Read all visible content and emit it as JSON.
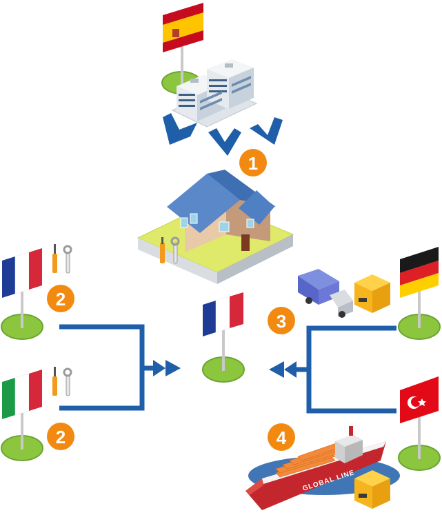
{
  "colors": {
    "arrow_blue": "#1f5ea8",
    "badge_orange": "#f28a12",
    "grass_green": "#8cc63f",
    "grass_dark": "#5a9a2a"
  },
  "steps": {
    "step1": "1",
    "step2_france": "2",
    "step2_italy": "2",
    "step3": "3",
    "step4": "4"
  },
  "ship": {
    "hull_text": "GLOBAL LINE"
  },
  "flags": [
    "spain",
    "france-origin",
    "italy",
    "france-destination",
    "germany",
    "turkey"
  ],
  "icons": [
    "office-buildings-icon",
    "house-icon",
    "tools-icon",
    "truck-icon",
    "parcel-icon",
    "cargo-ship-icon"
  ]
}
